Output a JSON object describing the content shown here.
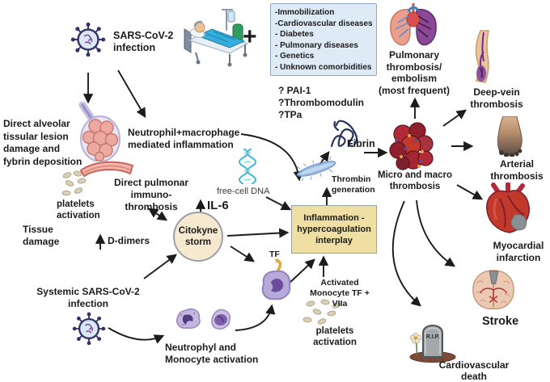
{
  "colors": {
    "text": "#1b1b1b",
    "arrow": "#1c1c1c",
    "comorbidity_box_bg": "#dfeaf7",
    "comorbidity_box_border": "#8fa8c8",
    "interplay_box_bg": "#f0dfa3",
    "storm_circle_bg": "#f7e9d0",
    "virus_navy": "#32326b",
    "clot_red": "#a32633",
    "monocyte_purple": "#b7a9d8",
    "dna_cyan": "#3fb6d8"
  },
  "top": {
    "sars_infection": "SARS-CoV-2\ninfection",
    "plus": "+",
    "comorbidities": [
      "-Immobilization",
      "-Cardiovascular diseases",
      "- Diabetes",
      "- Pulmonary diseases",
      "- Genetics",
      "- Unknown comorbidities"
    ]
  },
  "left": {
    "direct_alveolar": "Direct alveolar\ntissular lesion\ndamage and\nfybrin deposition",
    "platelets_activation": "platelets\nactivation",
    "tissue_damage": "Tissue\ndamage",
    "d_dimers": "D-dimers",
    "systemic_infection": "Systemic SARS-CoV-2\ninfection"
  },
  "center": {
    "neutrophil_macrophage": "Neutrophil+macrophage\nmediated inflammation",
    "direct_pulmonar": "Direct pulmonar\nimmuno-thrombosis",
    "il6": "IL-6",
    "free_cell_dna": "free-cell DNA",
    "citokyne_storm": "Citokyne\nstorm",
    "questions": "? PAI-1\n?Thrombomodulin\n?TPa",
    "fibrin": "Fibrin",
    "thrombin_generation": "Thrombin\ngeneration",
    "interplay": "Inflammation -\nhypercoagulation\ninterplay",
    "tf": "TF",
    "activated_monocyte": "Activated\nMonocyte TF +\nVIIa",
    "platelets_activation": "platelets\nactivation",
    "neutrophyl_monocyte": "Neutrophyl and\nMonocyte activation"
  },
  "right": {
    "pulmonary": "Pulmonary\nthrombosis/\nembolism\n(most frequent)",
    "deep_vein": "Deep-vein\nthrombosis",
    "micro_macro": "Micro and macro\nthrombosis",
    "arterial": "Arterial\nthrombosis",
    "myocardial": "Myocardial\ninfarction",
    "stroke": "Stroke",
    "cardiovascular_death": "Cardiovascular\ndeath",
    "rip": "R.I.P."
  }
}
